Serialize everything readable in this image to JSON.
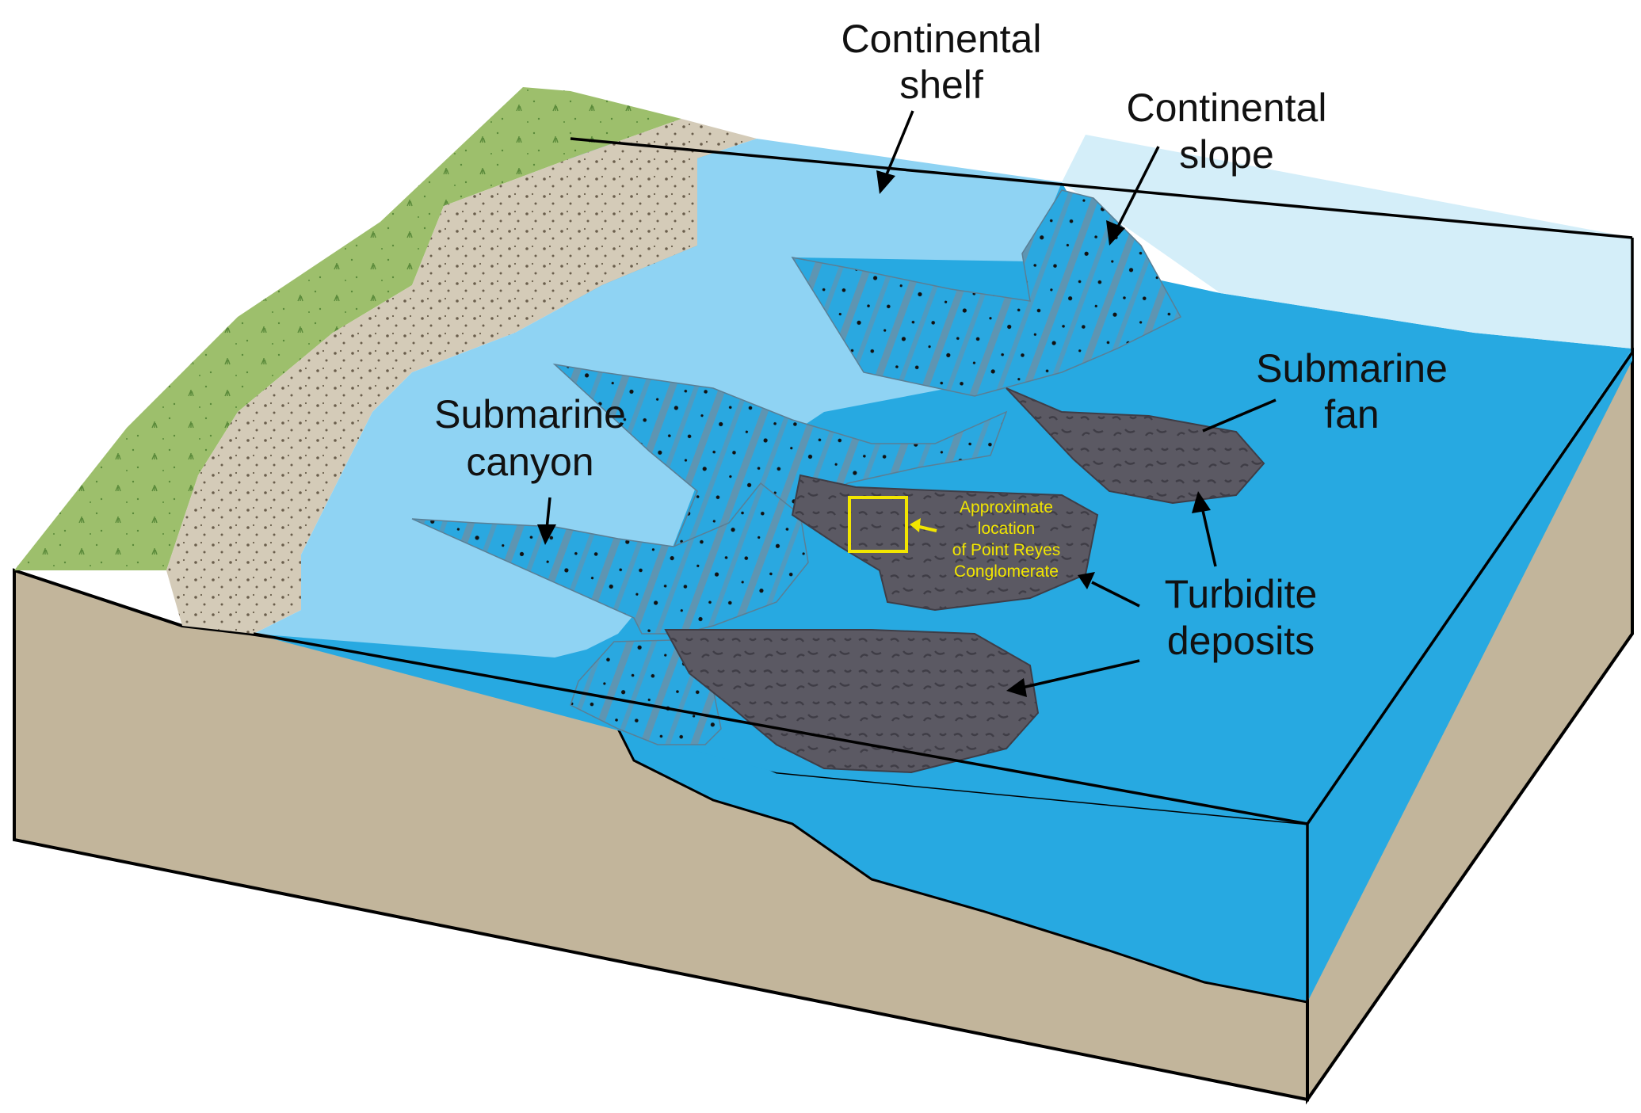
{
  "labels": {
    "continental_shelf": [
      "Continental",
      "shelf"
    ],
    "continental_slope": [
      "Continental",
      "slope"
    ],
    "submarine_fan": [
      "Submarine",
      "fan"
    ],
    "submarine_canyon": [
      "Submarine",
      "canyon"
    ],
    "turbidite_deposits": [
      "Turbidite",
      "deposits"
    ],
    "point_reyes": [
      "Approximate",
      "location",
      "of Point Reyes",
      "Conglomerate"
    ]
  },
  "colors": {
    "land": "#9dbf6c",
    "beach": "#d4cbb8",
    "shelf_water": "#8fd3f3",
    "deep_water": "#27a9e1",
    "surface_water": "#d4eef9",
    "sediment": "#c2b59b",
    "turbidite": "#5b5963",
    "marker": "#f2e600"
  }
}
